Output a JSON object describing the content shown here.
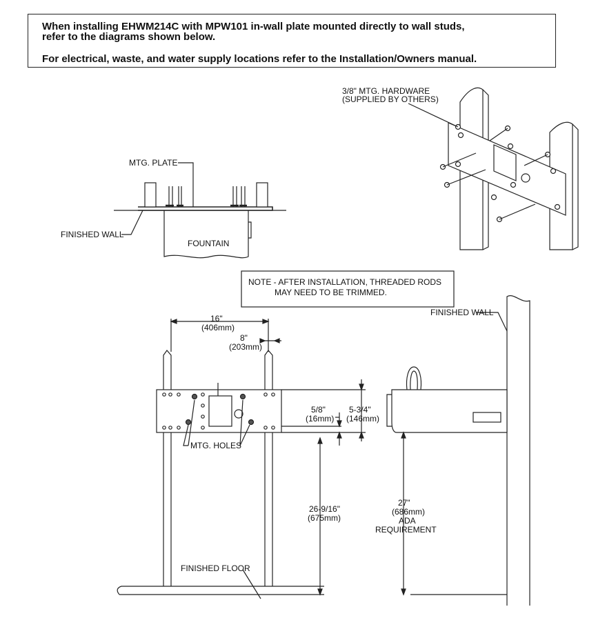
{
  "header": {
    "line1": "When installing EHWM214C with MPW101 in-wall plate mounted directly to wall studs,",
    "line2": "refer to the diagrams shown below.",
    "line3": "For electrical, waste, and water supply locations refer to the Installation/Owners manual."
  },
  "labels": {
    "hardware_1": "3/8\" MTG. HARDWARE",
    "hardware_2": "(SUPPLIED BY OTHERS)",
    "mtg_plate": "MTG. PLATE",
    "finished_wall_top": "FINISHED WALL",
    "fountain": "FOUNTAIN",
    "note_1": "NOTE - AFTER INSTALLATION, THREADED RODS",
    "note_2": "MAY NEED TO BE TRIMMED.",
    "finished_wall_side": "FINISHED WALL",
    "dim_16": "16\"",
    "dim_16_mm": "(406mm)",
    "dim_8": "8\"",
    "dim_8_mm": "(203mm)",
    "dim_5_8": "5/8\"",
    "dim_5_8_mm": "(16mm)",
    "dim_5_3_4": "5-3/4\"",
    "dim_5_3_4_mm": "(146mm)",
    "mtg_holes": "MTG. HOLES",
    "dim_26": "26-9/16\"",
    "dim_26_mm": "(675mm)",
    "dim_27": "27\"",
    "dim_27_mm": "(686mm)",
    "ada": "ADA",
    "requirement": "REQUIREMENT",
    "finished_floor": "FINISHED FLOOR"
  }
}
